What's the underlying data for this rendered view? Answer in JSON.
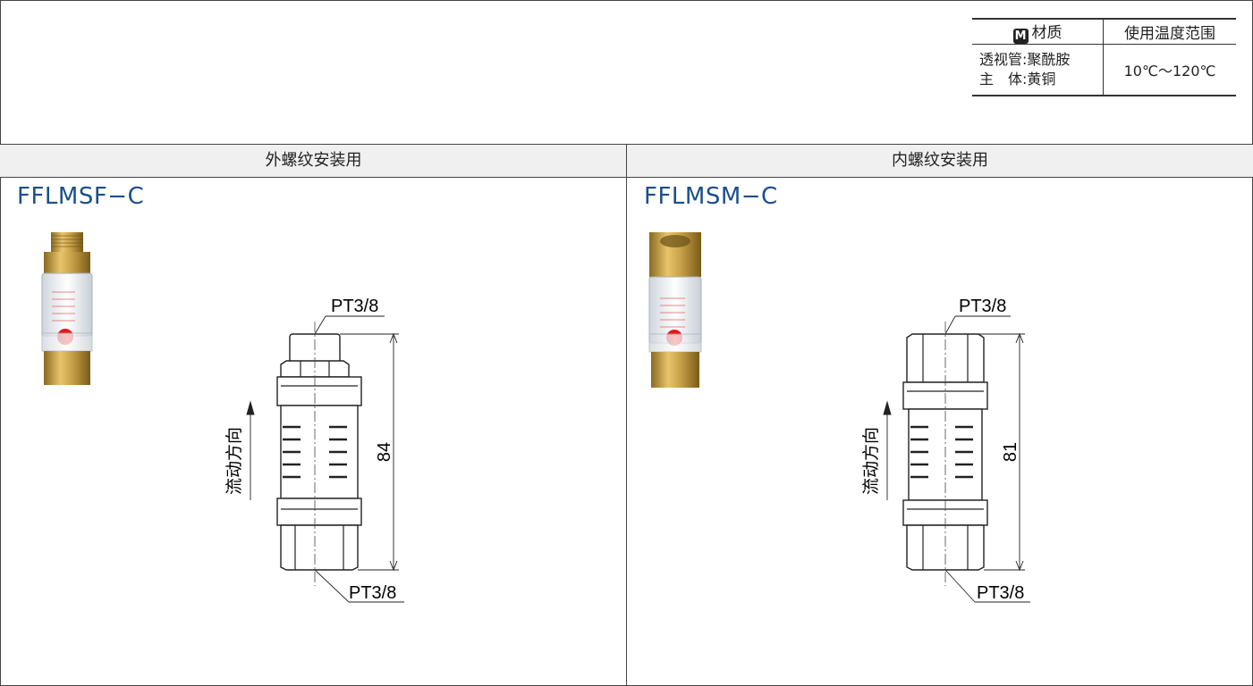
{
  "material_table": {
    "header_material": "材质",
    "header_material_badge": "M",
    "header_temp": "使用温度范围",
    "material_line1": "透视管:聚酰胺",
    "material_line2": "主　体:黄铜",
    "temp_range": "10℃～120℃"
  },
  "left_panel": {
    "header": "外螺纹安装用",
    "model": "FFLMSF−C",
    "top_thread": "PT3/8",
    "bottom_thread": "PT3/8",
    "length": "84",
    "flow_label": "流动方向"
  },
  "right_panel": {
    "header": "内螺纹安装用",
    "model": "FFLMSM−C",
    "top_thread": "PT3/8",
    "bottom_thread": "PT3/8",
    "length": "81",
    "flow_label": "流动方向"
  },
  "colors": {
    "model_blue": "#1a4f8a",
    "brass": "#c9a24a",
    "indicator_red": "#e01b1b"
  }
}
